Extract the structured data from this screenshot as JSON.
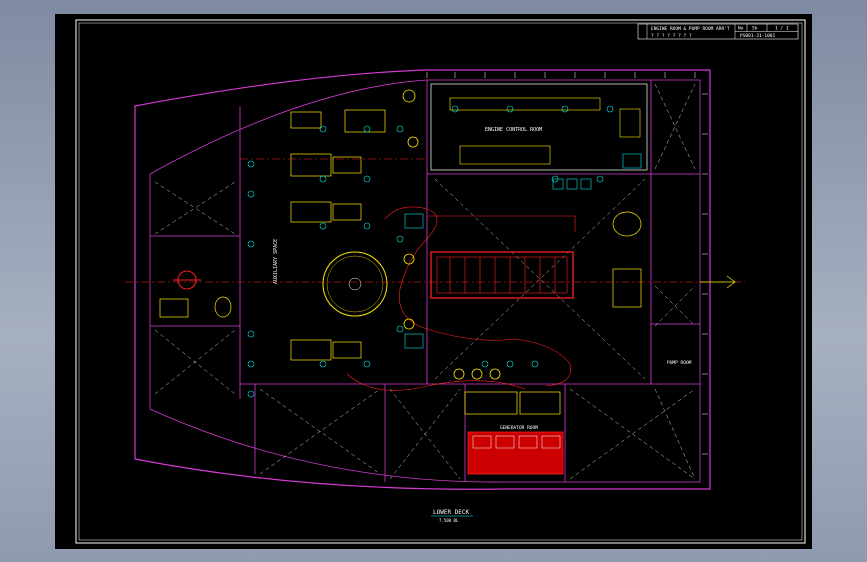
{
  "titleblock": {
    "title": "ENGINE ROOM & PUMP ROOM ARR'T",
    "subtitle": "? ? ? ? ? ? ? ?",
    "sheet_no": "PS001-31-1001",
    "cells": [
      "No",
      "Sh",
      "1 / 1"
    ]
  },
  "rooms": {
    "engine_control_room": "ENGINE CONTROL ROOM",
    "auxiliary_space": "AUXILIARY SPACE",
    "generator_room": "GENERATOR ROOM",
    "pump_room": "PUMP ROOM"
  },
  "footer": {
    "title": "LOWER DECK",
    "scale": "7.500 BL"
  },
  "colors": {
    "hull": "#d33ad3",
    "equipment": "#ffea00",
    "engine": "#ff2020",
    "piping": "#ff2020",
    "tanks": "#ffffff",
    "frame": "#ffffff",
    "labels": "#00ffff",
    "background": "#000000"
  }
}
